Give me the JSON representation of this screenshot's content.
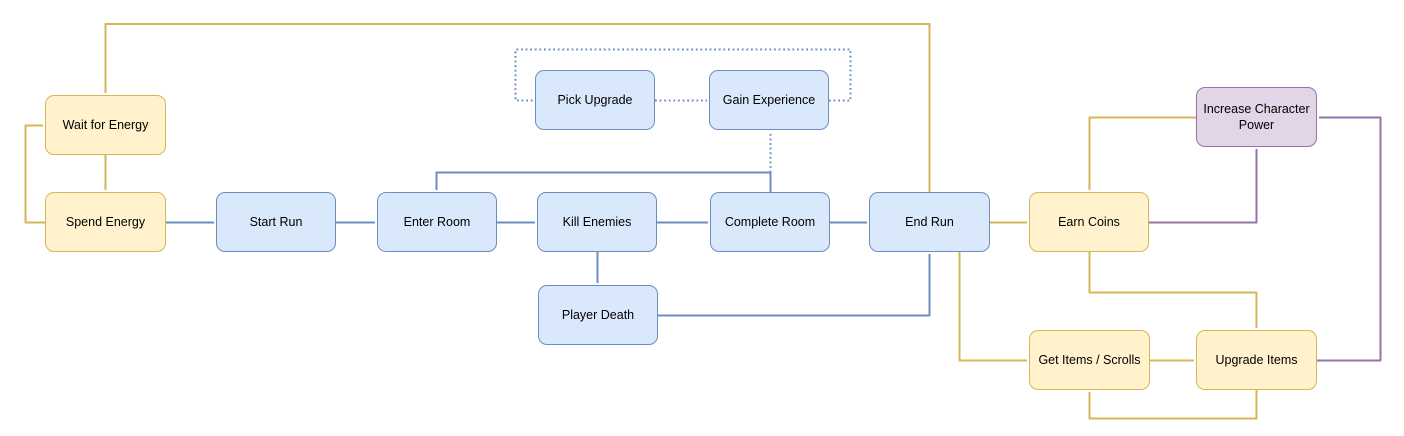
{
  "colors": {
    "background": "#ffffff",
    "text": "#000000",
    "blue_fill": "#dae8fc",
    "blue_stroke": "#6c8ebf",
    "yellow_fill": "#fff2cc",
    "yellow_stroke": "#d6b656",
    "purple_fill": "#e1d5e7",
    "purple_stroke": "#9673a6"
  },
  "nodes": {
    "wait_for_energy": {
      "label": "Wait for Energy",
      "color": "yellow"
    },
    "spend_energy": {
      "label": "Spend Energy",
      "color": "yellow"
    },
    "start_run": {
      "label": "Start Run",
      "color": "blue"
    },
    "enter_room": {
      "label": "Enter Room",
      "color": "blue"
    },
    "kill_enemies": {
      "label": "Kill Enemies",
      "color": "blue"
    },
    "complete_room": {
      "label": "Complete Room",
      "color": "blue"
    },
    "end_run": {
      "label": "End Run",
      "color": "blue"
    },
    "pick_upgrade": {
      "label": "Pick Upgrade",
      "color": "blue"
    },
    "gain_experience": {
      "label": "Gain Experience",
      "color": "blue"
    },
    "player_death": {
      "label": "Player Death",
      "color": "blue"
    },
    "earn_coins": {
      "label": "Earn Coins",
      "color": "yellow"
    },
    "increase_character_power": {
      "label": "Increase Character Power",
      "color": "purple"
    },
    "get_items_scrolls": {
      "label": "Get Items / Scrolls",
      "color": "yellow"
    },
    "upgrade_items": {
      "label": "Upgrade Items",
      "color": "yellow"
    }
  },
  "edges": [
    {
      "from": "end_run",
      "to": "wait_for_energy",
      "color": "yellow",
      "style": "solid"
    },
    {
      "from": "wait_for_energy",
      "to": "spend_energy",
      "color": "yellow",
      "style": "solid"
    },
    {
      "from": "spend_energy",
      "to": "wait_for_energy",
      "color": "yellow",
      "style": "solid"
    },
    {
      "from": "spend_energy",
      "to": "start_run",
      "color": "blue",
      "style": "solid"
    },
    {
      "from": "start_run",
      "to": "enter_room",
      "color": "blue",
      "style": "solid"
    },
    {
      "from": "enter_room",
      "to": "kill_enemies",
      "color": "blue",
      "style": "solid"
    },
    {
      "from": "kill_enemies",
      "to": "complete_room",
      "color": "blue",
      "style": "solid"
    },
    {
      "from": "complete_room",
      "to": "end_run",
      "color": "blue",
      "style": "solid"
    },
    {
      "from": "complete_room",
      "to": "enter_room",
      "color": "blue",
      "style": "solid"
    },
    {
      "from": "complete_room",
      "to": "gain_experience",
      "color": "blue",
      "style": "dotted"
    },
    {
      "from": "pick_upgrade",
      "to": "gain_experience",
      "color": "blue",
      "style": "dotted"
    },
    {
      "from": "gain_experience",
      "to": "pick_upgrade",
      "color": "blue",
      "style": "dotted"
    },
    {
      "from": "kill_enemies",
      "to": "player_death",
      "color": "blue",
      "style": "solid"
    },
    {
      "from": "player_death",
      "to": "end_run",
      "color": "blue",
      "style": "solid"
    },
    {
      "from": "end_run",
      "to": "earn_coins",
      "color": "yellow",
      "style": "solid"
    },
    {
      "from": "end_run",
      "to": "get_items_scrolls",
      "color": "yellow",
      "style": "solid"
    },
    {
      "from": "increase_character_power",
      "to": "earn_coins",
      "color": "yellow",
      "style": "solid"
    },
    {
      "from": "earn_coins",
      "to": "increase_character_power",
      "color": "purple",
      "style": "solid"
    },
    {
      "from": "earn_coins",
      "to": "upgrade_items",
      "color": "yellow",
      "style": "solid"
    },
    {
      "from": "get_items_scrolls",
      "to": "upgrade_items",
      "color": "yellow",
      "style": "solid"
    },
    {
      "from": "upgrade_items",
      "to": "get_items_scrolls",
      "color": "yellow",
      "style": "solid"
    },
    {
      "from": "upgrade_items",
      "to": "increase_character_power",
      "color": "purple",
      "style": "solid"
    }
  ]
}
